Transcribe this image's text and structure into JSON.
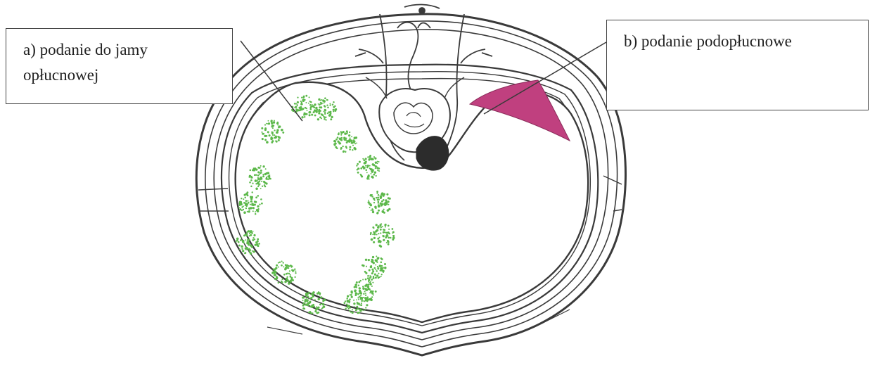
{
  "labels": {
    "a": {
      "line1": "a) podanie do jamy",
      "line2": "opłucnowej"
    },
    "b": {
      "line1": "b) podanie podopłucnowe"
    }
  },
  "colors": {
    "outline": "#3a3a3a",
    "pleural_dots": "#5cb84a",
    "subpleural_region": "#c0407f",
    "vertebra_fill": "#2c2c2c",
    "background": "#ffffff"
  },
  "markers": {
    "pleural_dot_count": 15
  }
}
